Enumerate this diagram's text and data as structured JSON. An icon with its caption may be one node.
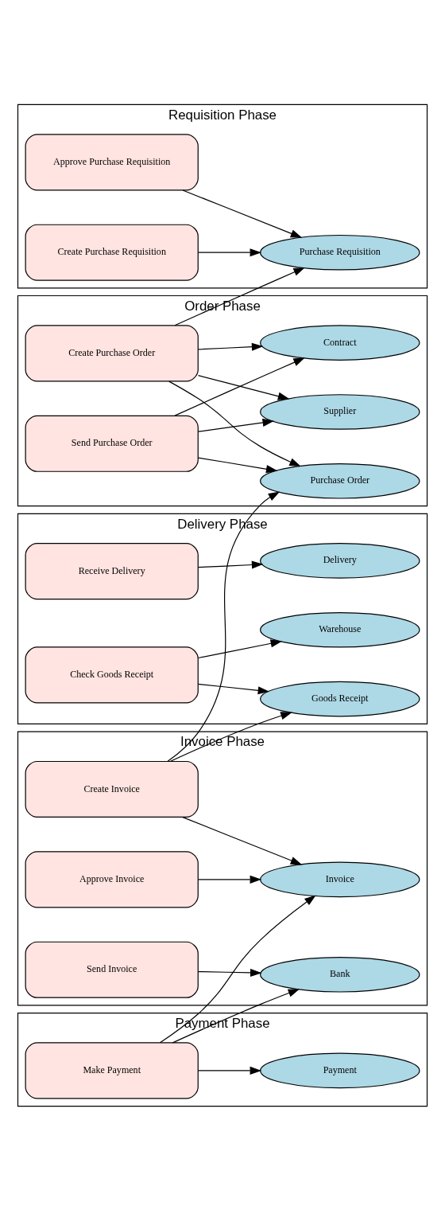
{
  "diagram": {
    "nodes": [
      {
        "text": [
          "Requisition Phase"
        ]
      },
      {
        "text": [
          "Approve Purchase Requisition"
        ],
        "in": 0
      },
      {
        "text": [
          "Create Purchase Requisition"
        ],
        "in": 0
      },
      {
        "text": [
          "Purchase Requisition"
        ],
        "in": 0
      },
      {
        "text": [
          "Order Phase"
        ]
      },
      {
        "text": [
          "Create Purchase Order"
        ],
        "in": 4
      },
      {
        "text": [
          "Send Purchase Order"
        ],
        "in": 4
      },
      {
        "text": [
          "Supplier"
        ],
        "in": 4
      },
      {
        "text": [
          "Contract"
        ],
        "in": 4
      },
      {
        "text": [
          "Purchase Order"
        ],
        "in": 4
      },
      {
        "text": [
          "Delivery Phase"
        ]
      },
      {
        "text": [
          "Receive Delivery"
        ],
        "in": 10
      },
      {
        "text": [
          "Check Goods Receipt"
        ],
        "in": 10
      },
      {
        "text": [
          "Delivery"
        ],
        "in": 10
      },
      {
        "text": [
          "Warehouse"
        ],
        "in": 10
      },
      {
        "text": [
          "Goods Receipt"
        ],
        "in": 10
      },
      {
        "text": [
          "Invoice Phase"
        ]
      },
      {
        "text": [
          "Create Invoice"
        ],
        "in": 16
      },
      {
        "text": [
          "Approve Invoice"
        ],
        "in": 16
      },
      {
        "text": [
          "Send Invoice"
        ],
        "in": 16
      },
      {
        "text": [
          "Invoice"
        ],
        "in": 16
      },
      {
        "text": [
          "Bank"
        ],
        "in": 16
      },
      {
        "text": [
          "Payment Phase"
        ]
      },
      {
        "text": [
          "Make Payment"
        ],
        "in": 22
      },
      {
        "text": [
          "Payment"
        ],
        "in": 22
      }
    ],
    "edges": [
      {
        "from": 1,
        "to": 3,
        "arrow": "to"
      },
      {
        "from": 2,
        "to": 3,
        "arrow": "to"
      },
      {
        "from": 5,
        "to": 3,
        "arrow": "to"
      },
      {
        "from": 5,
        "to": 7,
        "arrow": "to"
      },
      {
        "from": 5,
        "to": 8,
        "arrow": "to"
      },
      {
        "from": 5,
        "to": 9,
        "arrow": "to"
      },
      {
        "from": 6,
        "to": 7,
        "arrow": "to"
      },
      {
        "from": 6,
        "to": 8,
        "arrow": "to"
      },
      {
        "from": 6,
        "to": 9,
        "arrow": "to"
      },
      {
        "from": 11,
        "to": 13,
        "arrow": "to"
      },
      {
        "from": 12,
        "to": 14,
        "arrow": "to"
      },
      {
        "from": 12,
        "to": 15,
        "arrow": "to"
      },
      {
        "from": 17,
        "to": 9,
        "arrow": "to"
      },
      {
        "from": 17,
        "to": 15,
        "arrow": "to"
      },
      {
        "from": 17,
        "to": 20,
        "arrow": "to"
      },
      {
        "from": 18,
        "to": 20,
        "arrow": "to"
      },
      {
        "from": 19,
        "to": 21,
        "arrow": "to"
      },
      {
        "from": 23,
        "to": 20,
        "arrow": "to"
      },
      {
        "from": 23,
        "to": 21,
        "arrow": "to"
      },
      {
        "from": 23,
        "to": 24,
        "arrow": "to"
      }
    ]
  }
}
